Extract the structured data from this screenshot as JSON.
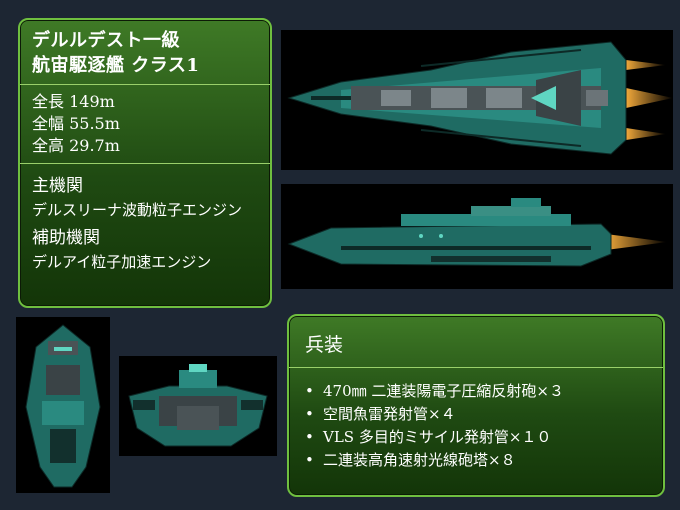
{
  "ship": {
    "title_line1": "デルルデスト一級",
    "title_line2": "航宙駆逐艦 クラス1",
    "length": "全長 149m",
    "width": "全幅 55.5m",
    "height": "全高 29.7m",
    "main_engine_label": "主機関",
    "main_engine": "デルスリーナ波動粒子エンジン",
    "aux_engine_label": "補助機関",
    "aux_engine": "デルアイ粒子加速エンジン"
  },
  "armament": {
    "header": "兵装",
    "bullet": "•",
    "items": [
      "470㎜ 二連装陽電子圧縮反射砲×３",
      "空間魚雷発射管×４",
      "VLS 多目的ミサイル発射管×１０",
      "二連装高角速射光線砲塔×８"
    ]
  },
  "colors": {
    "background": "#1d2633",
    "panel_border": "#6fbf3f",
    "hull_teal": "#1f6b63",
    "hull_dark": "#12302d",
    "thruster": "#f2a93b"
  },
  "views": [
    "top-view",
    "side-view",
    "front-view",
    "rear-view"
  ]
}
